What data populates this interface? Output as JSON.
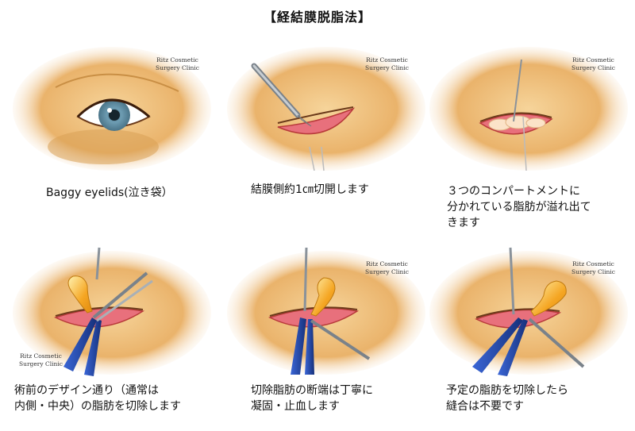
{
  "title": "【経結膜脱脂法】",
  "watermark": {
    "line1": "Ritz Cosmetic",
    "line2": "Surgery Clinic"
  },
  "colors": {
    "skin_light": "#f7dca4",
    "skin_dark": "#dca45a",
    "iris": "#5f8fa6",
    "conjunctiva": "#e8707c",
    "fat": "#f5a623",
    "instrument_blue": "#1f3f9a",
    "steel": "#9aa4ad"
  },
  "panels": [
    {
      "caption": "Baggy eyelids(泣き袋）",
      "icons": [
        "eye-icon"
      ]
    },
    {
      "caption": "結膜側約1㎝切開します",
      "icons": [
        "scalpel-icon"
      ]
    },
    {
      "caption": "３つのコンパートメントに\n分かれている脂肪が溢れ出て\nきます",
      "icons": [
        "retractor-icon"
      ]
    },
    {
      "caption": "術前のデザイン通り（通常は\n内側・中央）の脂肪を切除します",
      "icons": [
        "forceps-icon",
        "scissors-icon"
      ]
    },
    {
      "caption": "切除脂肪の断端は丁寧に\n凝固・止血します",
      "icons": [
        "forceps-icon",
        "cautery-icon"
      ]
    },
    {
      "caption": "予定の脂肪を切除したら\n縫合は不要です",
      "icons": [
        "forceps-icon",
        "scissors-icon"
      ]
    }
  ]
}
